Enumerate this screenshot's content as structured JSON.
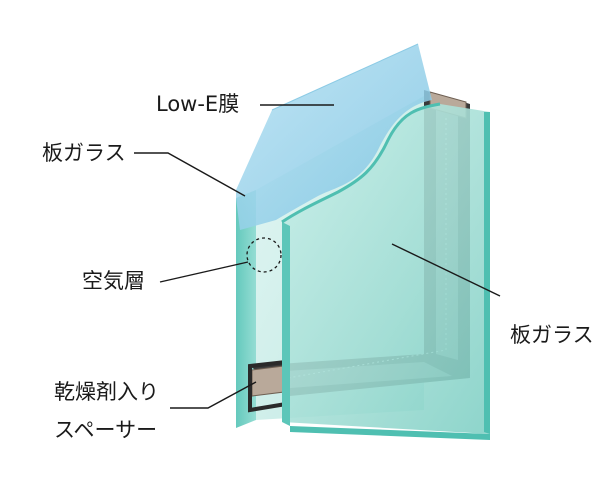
{
  "labels": {
    "low_e_film": "Low-E膜",
    "outer_glass": "板ガラス",
    "air_layer": "空気層",
    "inner_glass": "板ガラス",
    "spacer_line1": "乾燥剤入り",
    "spacer_line2": "スペーサー"
  },
  "colors": {
    "low_e_film": "#9fd3ea",
    "glass_face": "#c6ece7",
    "glass_edge": "#6fcfc4",
    "spacer_dark": "#3a3a3a",
    "spacer_inner": "#8a8a8a",
    "desiccant": "#b9a99a",
    "leader_line": "#1a1a1a"
  }
}
